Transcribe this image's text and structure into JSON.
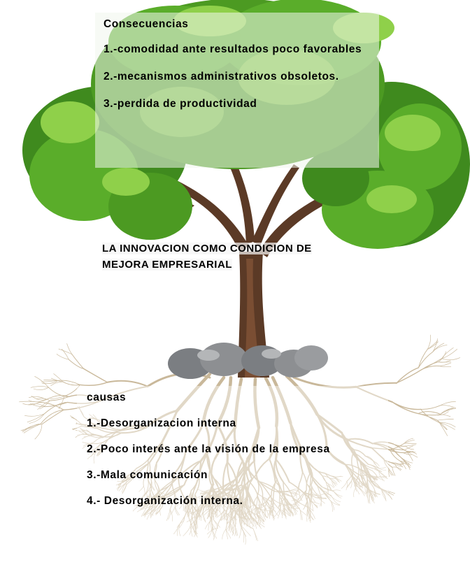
{
  "consequences": {
    "heading": "Consecuencias",
    "items": [
      "1.-comodidad ante resultados poco favorables",
      "2.-mecanismos administrativos obsoletos.",
      "3.-perdida de productividad"
    ]
  },
  "center_title": {
    "line1": "LA INNOVACION COMO CONDICION DE",
    "line2": "MEJORA EMPRESARIAL"
  },
  "causes": {
    "heading": "causas",
    "items": [
      "1.-Desorganizacion interna",
      "2.-Poco interés ante la visión de la empresa",
      "3.-Mala comunicación",
      "4.- Desorganización interna."
    ]
  },
  "colors": {
    "foliage_dark": "#3f8a1e",
    "foliage_mid": "#5aad2a",
    "foliage_light": "#8fd04a",
    "trunk": "#5b3a26",
    "trunk_light": "#7a4e33",
    "rock": "#8d8f92",
    "roots": "#c9b89a"
  }
}
